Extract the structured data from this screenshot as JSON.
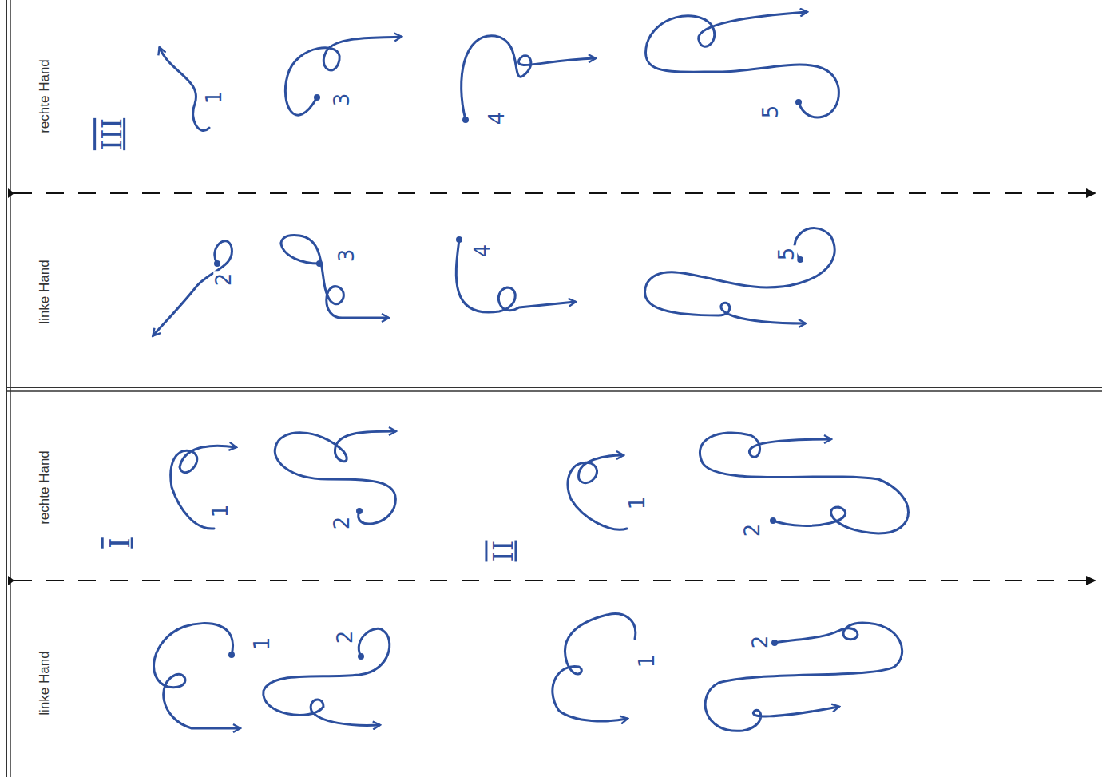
{
  "diagram": {
    "labels": [
      "rechte Hand",
      "III",
      "1",
      "3",
      "4",
      "5",
      "linke Hand",
      "2",
      "3",
      "4",
      "5",
      "rechte Hand",
      "I",
      "1",
      "2",
      "II",
      "1",
      "2",
      "linke Hand",
      "1",
      "2",
      "1",
      "2"
    ]
  }
}
